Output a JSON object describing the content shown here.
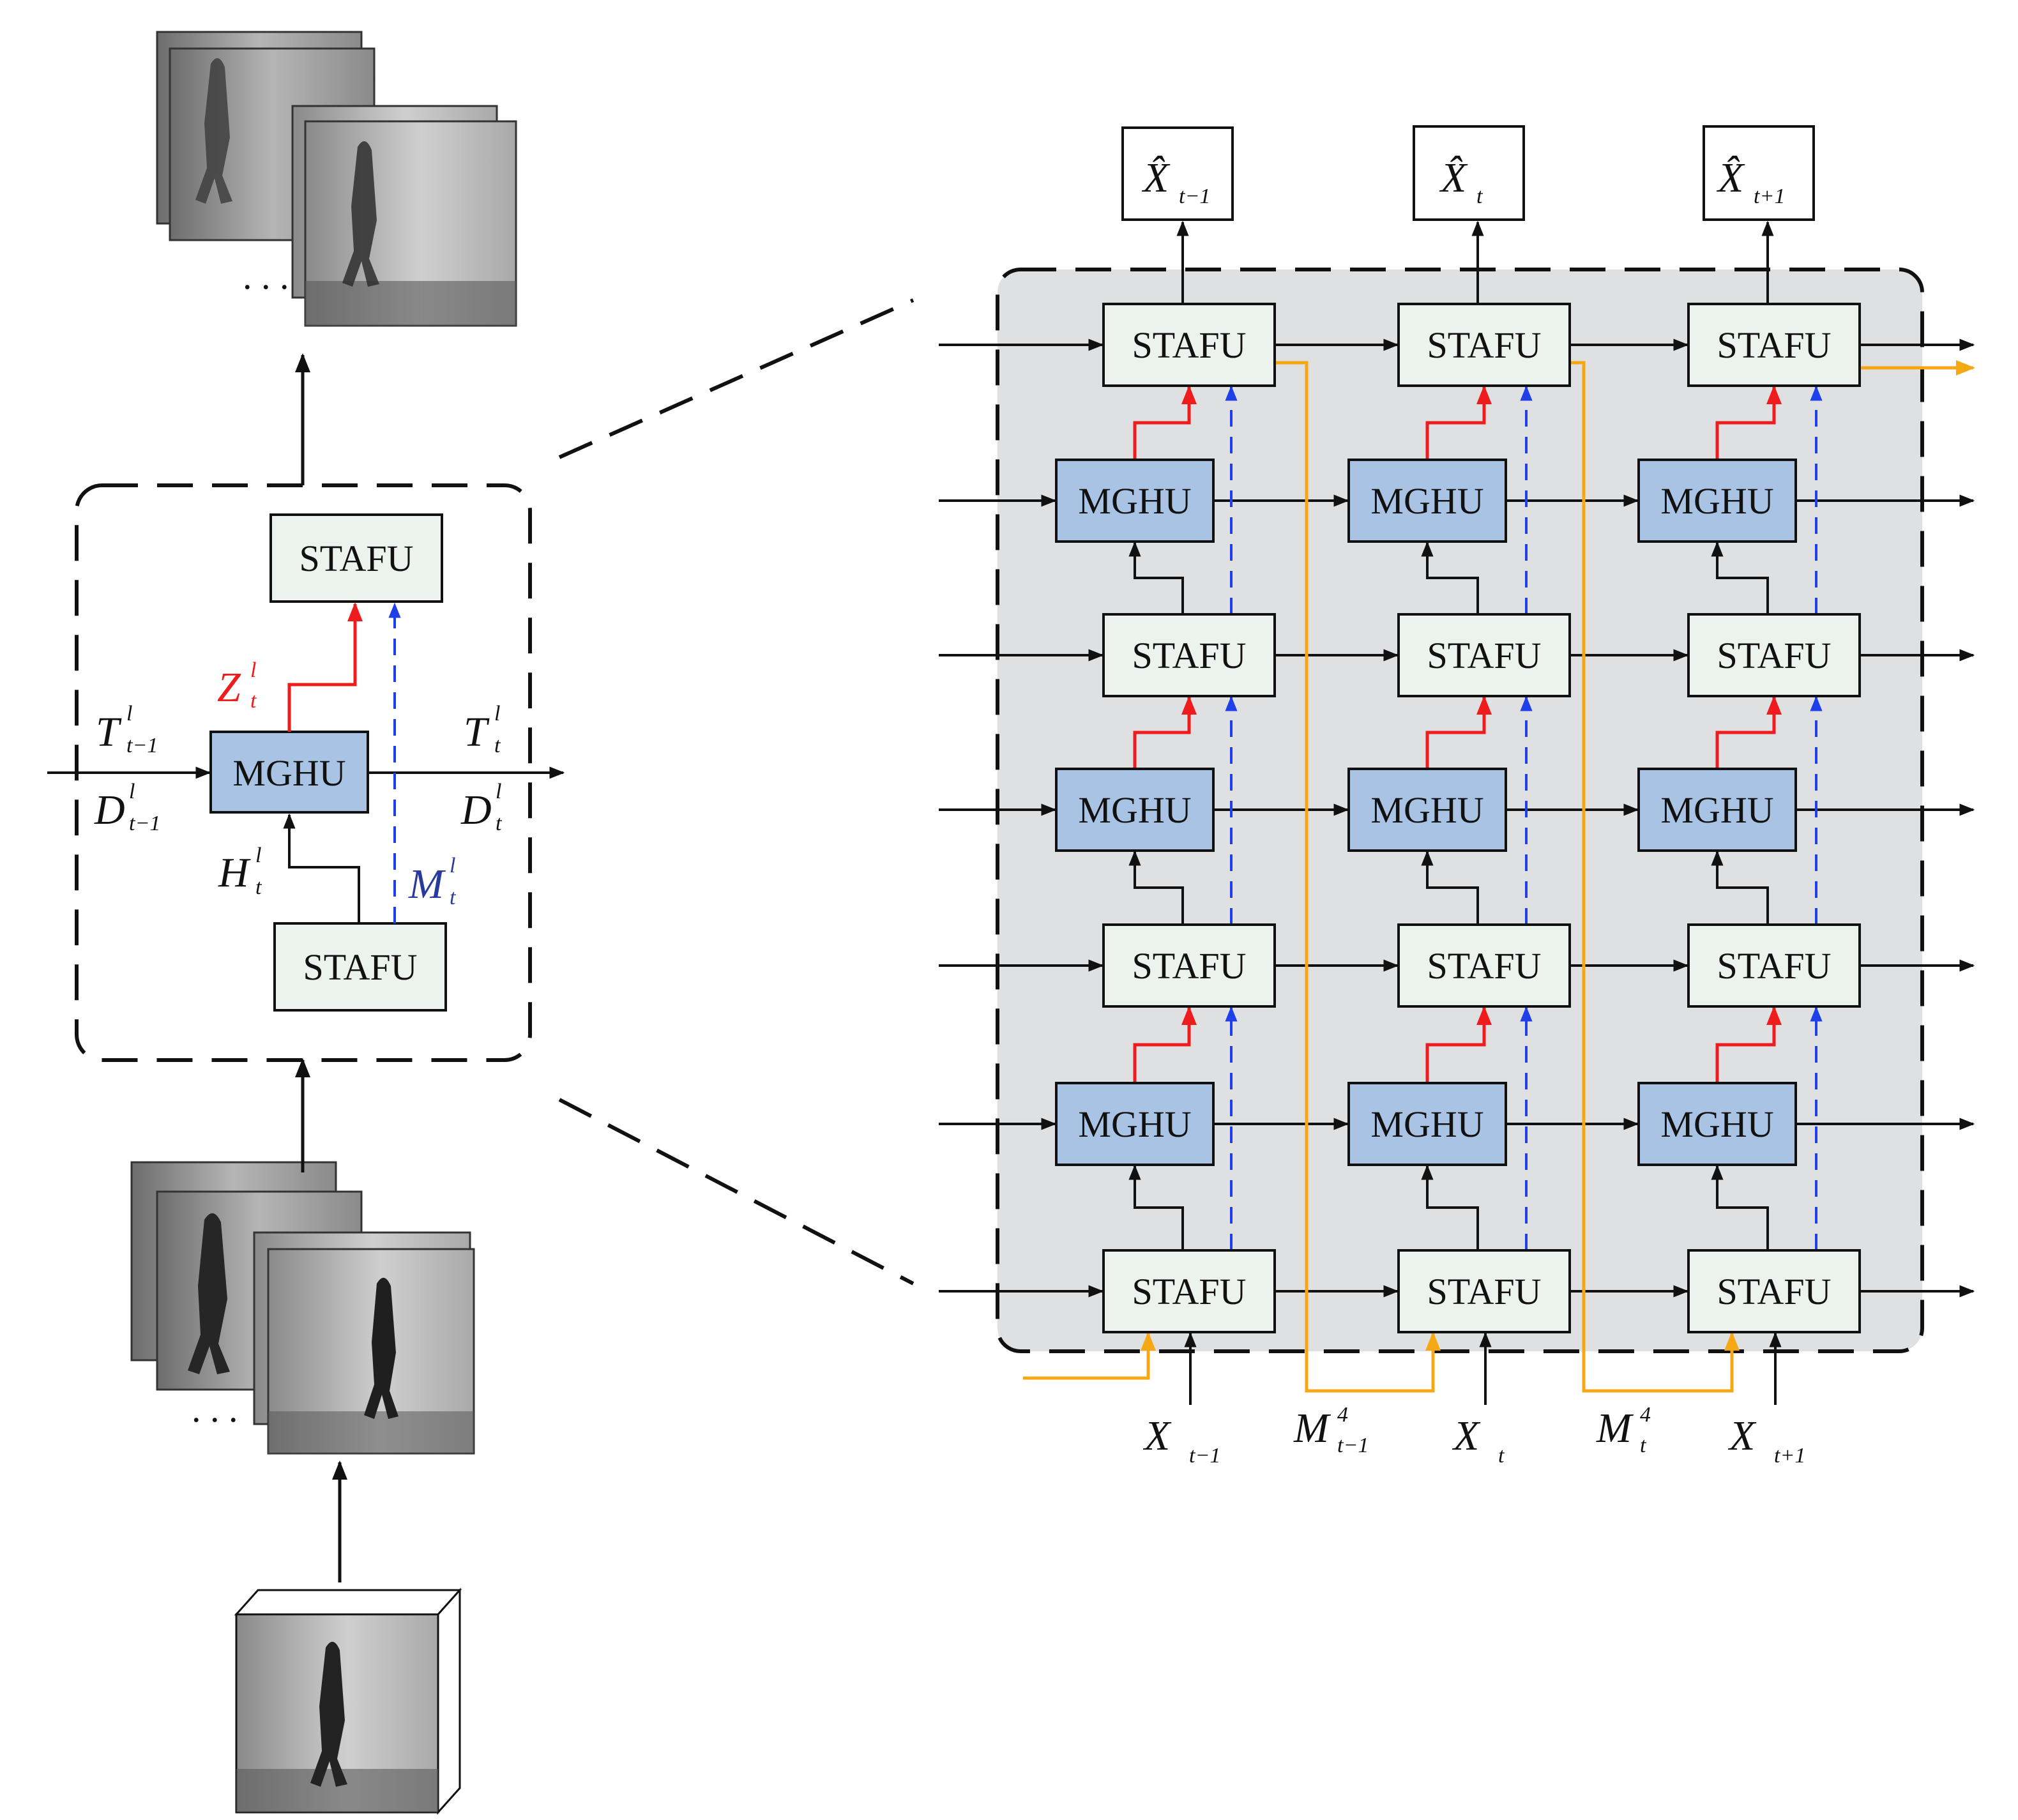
{
  "colors": {
    "stafu_fill": "#ecf2ee",
    "mghu_fill": "#a9c3e4",
    "panel_fill": "#dee0e2",
    "red_arrow": "#ee1c1c",
    "blue_dashed": "#1f3fe8",
    "orange_line": "#f5a814",
    "black": "#111111",
    "M_label": "#2a3a9c"
  },
  "units": {
    "stafu": "STAFU",
    "mghu": "MGHU"
  },
  "left_labels": {
    "Z_main": "Z",
    "Z_sup": "l",
    "Z_sub": "t",
    "T_prev_main": "T",
    "T_prev_sup": "l",
    "T_prev_sub": "t−1",
    "D_prev_main": "D",
    "D_prev_sup": "l",
    "D_prev_sub": "t−1",
    "T_cur_main": "T",
    "T_cur_sup": "l",
    "T_cur_sub": "t",
    "D_cur_main": "D",
    "D_cur_sup": "l",
    "D_cur_sub": "t",
    "H_main": "H",
    "H_sup": "l",
    "H_sub": "t",
    "M_main": "M",
    "M_sup": "l",
    "M_sub": "t"
  },
  "outputs": [
    {
      "main": "X̂",
      "sub": "t−1"
    },
    {
      "main": "X̂",
      "sub": "t"
    },
    {
      "main": "X̂",
      "sub": "t+1"
    }
  ],
  "inputs": [
    {
      "main": "X",
      "sub": "t−1"
    },
    {
      "main": "X",
      "sub": "t"
    },
    {
      "main": "X",
      "sub": "t+1"
    }
  ],
  "memory_labels": [
    {
      "main": "M",
      "sup": "4",
      "sub": "t−1"
    },
    {
      "main": "M",
      "sup": "4",
      "sub": "t"
    }
  ],
  "dots": ". . ."
}
